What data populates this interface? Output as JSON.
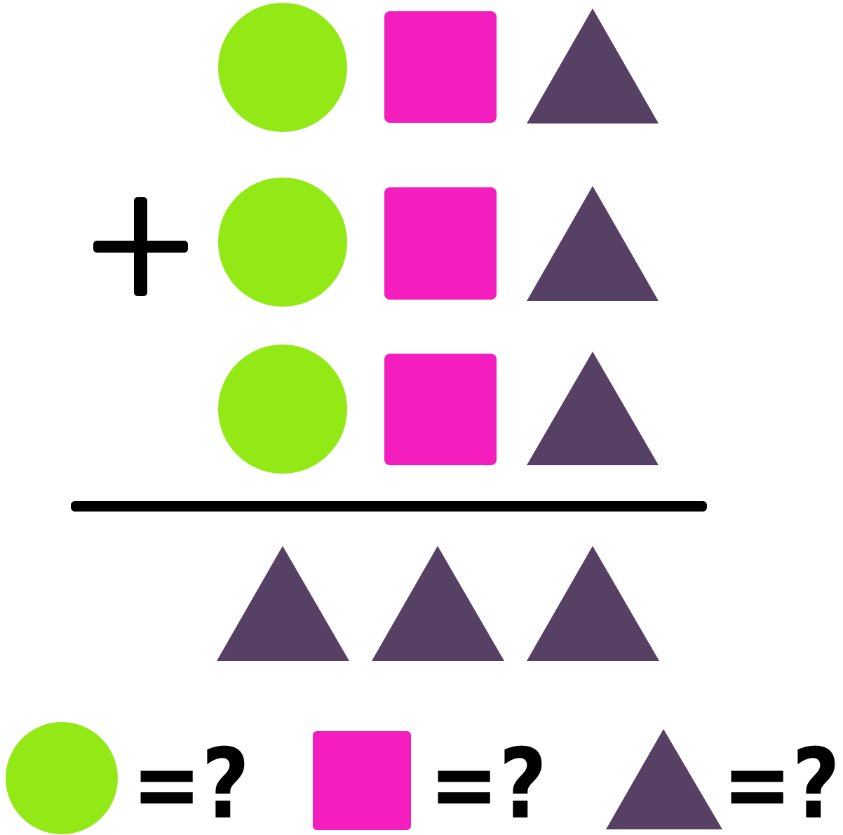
{
  "colors": {
    "circle": "#92e915",
    "square": "#f41dbd",
    "triangle": "#564064",
    "ink": "#000000",
    "background": "#ffffff"
  },
  "puzzle": {
    "operator": "+",
    "addend_rows": [
      {
        "shapes": [
          "circle",
          "square",
          "triangle"
        ]
      },
      {
        "shapes": [
          "circle",
          "square",
          "triangle"
        ]
      },
      {
        "shapes": [
          "circle",
          "square",
          "triangle"
        ]
      }
    ],
    "sum_row": {
      "shapes": [
        "triangle",
        "triangle",
        "triangle"
      ]
    }
  },
  "question": {
    "items": [
      {
        "shape": "circle",
        "text": "=?"
      },
      {
        "shape": "square",
        "text": "=?"
      },
      {
        "shape": "triangle",
        "text": "=?"
      }
    ]
  }
}
